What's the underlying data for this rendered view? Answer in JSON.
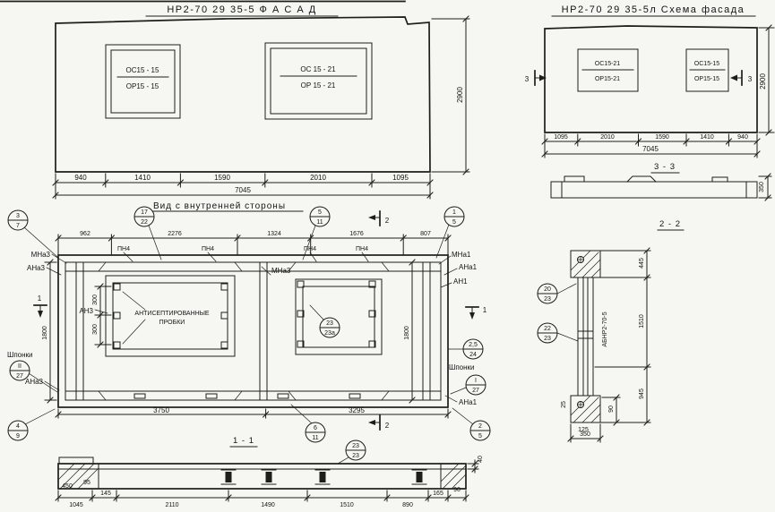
{
  "colors": {
    "background": "#f6f6f2",
    "ink": "#1d1d19"
  },
  "facade": {
    "title": "НР2-70 29 35-5    Ф А С А Д",
    "win1_top": "ОС15 - 15",
    "win1_bot": "ОР15 - 15",
    "win2_top": "ОС 15 - 21",
    "win2_bot": "ОР 15 - 21",
    "d1": "940",
    "d2": "1410",
    "d3": "1590",
    "d4": "2010",
    "d5": "1095",
    "total": "7045",
    "height": "2900"
  },
  "scheme": {
    "title": "НР2-70 29 35-5л   Схема фасада",
    "win1_top": "ОС15-21",
    "win1_bot": "ОР15-21",
    "win2_top": "ОС15-15",
    "win2_bot": "ОР15-15",
    "d1": "1095",
    "d2": "2010",
    "d3": "1590",
    "d4": "1410",
    "d5": "940",
    "total": "7045",
    "height": "2900",
    "flag": "3",
    "sec_title": "3 - 3",
    "sec_height": "350"
  },
  "inner": {
    "title": "Вид с внутренней стороны",
    "t1": "962",
    "t2": "2276",
    "t3": "1324",
    "t4": "1676",
    "t5": "807",
    "b1": "3750",
    "b2": "3295",
    "v300a": "300",
    "v300b": "300",
    "v1800l": "1800",
    "v1800r": "1800",
    "pn4": "ПН4",
    "mna3": "МНа3",
    "ana3": "АНа3",
    "an3": "АН3",
    "mna1": "МНа1",
    "ana1": "АНа1",
    "an1": "АН1",
    "plugs1": "АНТИСЕПТИРОВАННЫЕ",
    "plugs2": "ПРОБКИ",
    "shponki": "Шпонки",
    "flag1": "1",
    "flag2": "2",
    "c37": {
      "t": "3",
      "b": "7"
    },
    "c1722": {
      "t": "17",
      "b": "22"
    },
    "c511": {
      "t": "5",
      "b": "11"
    },
    "c15": {
      "t": "1",
      "b": "5"
    },
    "c2323a": {
      "t": "23",
      "b": "23а"
    },
    "c2524": {
      "t": "2,5",
      "b": "24"
    },
    "c227": {
      "t": "II",
      "b": "27"
    },
    "c127": {
      "t": "I",
      "b": "27"
    },
    "c49": {
      "t": "4",
      "b": "9"
    },
    "c611": {
      "t": "6",
      "b": "11"
    },
    "c25": {
      "t": "2",
      "b": "5"
    }
  },
  "sec11": {
    "title": "1 - 1",
    "c2323": {
      "t": "23",
      "b": "23"
    },
    "d450": "450",
    "d95": "95",
    "d1045": "1045",
    "d145": "145",
    "d2110": "2110",
    "d1490": "1490",
    "d1510": "1510",
    "d890": "890",
    "d165": "165",
    "d90": "90",
    "d40": "40"
  },
  "sec22": {
    "title": "2 - 2",
    "c2023": {
      "t": "20",
      "b": "23"
    },
    "c2223": {
      "t": "22",
      "b": "23"
    },
    "label": "АБНР2-70-5",
    "d445": "445",
    "d1510": "1510",
    "d945": "945",
    "d25": "25",
    "d125": "125",
    "d350": "350",
    "d90": "90"
  }
}
